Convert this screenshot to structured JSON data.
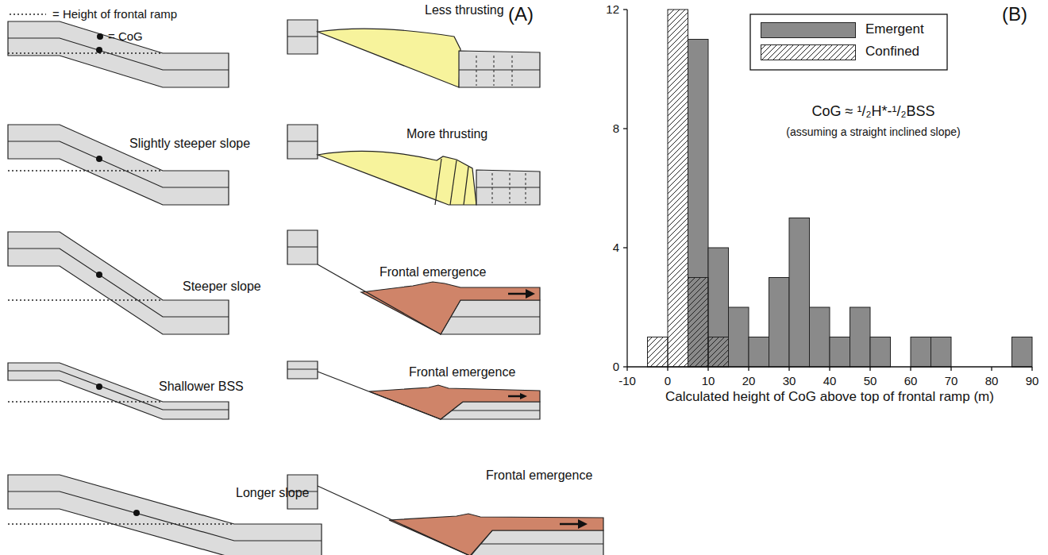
{
  "diagram": {
    "labels": [
      "= Height of frontal ramp",
      "= CoG",
      "Slightly steeper slope",
      "Steeper slope",
      "Shallower BSS",
      "Longer slope",
      "Less thrusting",
      "(A)",
      "More thrusting",
      "Frontal emergence",
      "Frontal emergence",
      "Frontal emergence",
      "(B)",
      "0",
      "4",
      "8",
      "12",
      "-10",
      "0",
      "10",
      "20",
      "30",
      "40",
      "50",
      "60",
      "70",
      "80",
      "90",
      "CoG ≈ ¹/₂H*-¹/₂BSS",
      "(assuming a straight inclined slope)",
      "Calculated height of CoG above top of frontal ramp (m)"
    ],
    "legend": [
      {
        "text": "Emergent",
        "color": "#8a8a8a"
      },
      {
        "text": "Confined"
      }
    ]
  }
}
